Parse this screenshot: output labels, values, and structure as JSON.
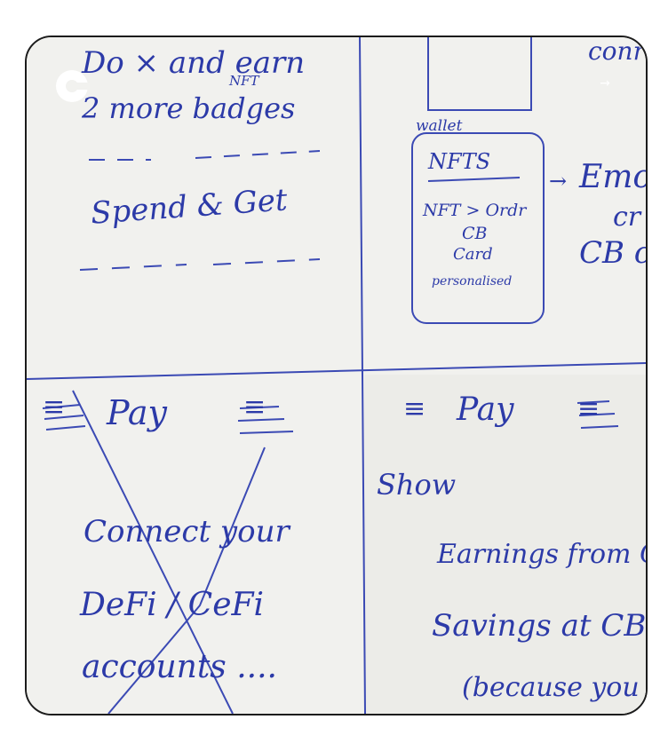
{
  "photo": {
    "q1": {
      "line1": "Do × and earn",
      "superscript": "NFT",
      "line2": "2 more badges",
      "line3": "Spend & Get"
    },
    "q2": {
      "top_partial": "conr",
      "wallet_label": "wallet",
      "box_title": "NFTS",
      "box_lines": [
        "NFT > Ordr",
        "CB",
        "Card",
        "personalised"
      ],
      "right_arrow": "→",
      "right_partial_1": "Emc",
      "right_partial_2": "cr",
      "right_partial_3": "CB c"
    },
    "q3": {
      "header_menu_left": "≡",
      "header_title": "Pay",
      "header_menu_right": "≡",
      "line1": "Connect your",
      "line2": "DeFi / CeFi",
      "line3": "accounts ...."
    },
    "q4": {
      "header_menu_left": "≡",
      "header_title": "Pay",
      "header_menu_right": "≡",
      "line1": "Show",
      "line2": "Earnings from CB",
      "line3": "Savings at CB",
      "line4": "(because you"
    }
  },
  "overlay": {
    "arrow": "→"
  }
}
